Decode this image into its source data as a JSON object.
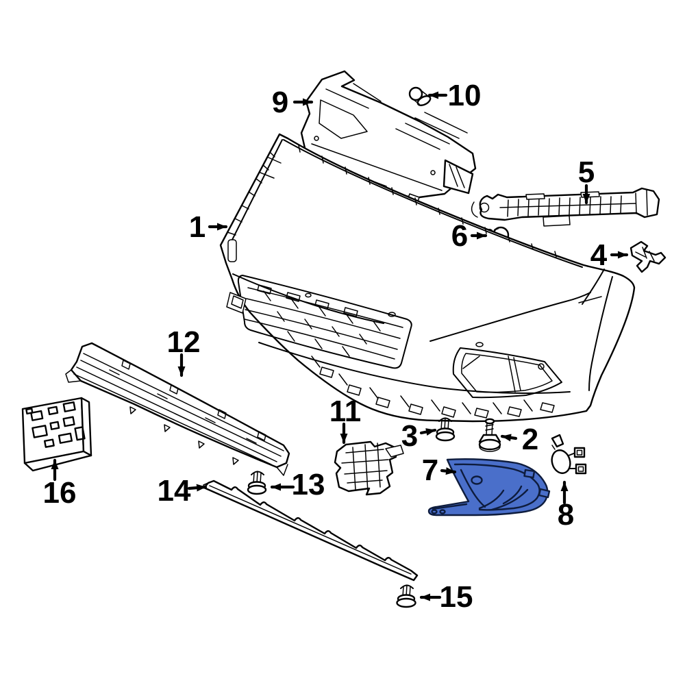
{
  "figure": {
    "kind": "exploded-parts-diagram",
    "depicts": "front-bumper-assembly",
    "background_color": "#ffffff",
    "line_color": "#000000",
    "highlight_color": "#4a6fca",
    "highlight_fill_style": "fill:#4a6fca",
    "highlighted_callout": "7"
  },
  "callouts": [
    {
      "num": "1",
      "depicts": "front-bumper-cover"
    },
    {
      "num": "2",
      "depicts": "screw"
    },
    {
      "num": "3",
      "depicts": "clip"
    },
    {
      "num": "4",
      "depicts": "small-bracket"
    },
    {
      "num": "5",
      "depicts": "bumper-spacer-bracket"
    },
    {
      "num": "6",
      "depicts": "clip"
    },
    {
      "num": "7",
      "depicts": "fog-light-bezel",
      "highlighted": true
    },
    {
      "num": "8",
      "depicts": "fog-light-plug"
    },
    {
      "num": "9",
      "depicts": "air-shield-assembly"
    },
    {
      "num": "10",
      "depicts": "clip"
    },
    {
      "num": "11",
      "depicts": "side-bracket"
    },
    {
      "num": "12",
      "depicts": "lower-grille"
    },
    {
      "num": "13",
      "depicts": "clip"
    },
    {
      "num": "14",
      "depicts": "lower-trim-strip"
    },
    {
      "num": "15",
      "depicts": "clip"
    },
    {
      "num": "16",
      "depicts": "license-plate-bracket"
    }
  ]
}
